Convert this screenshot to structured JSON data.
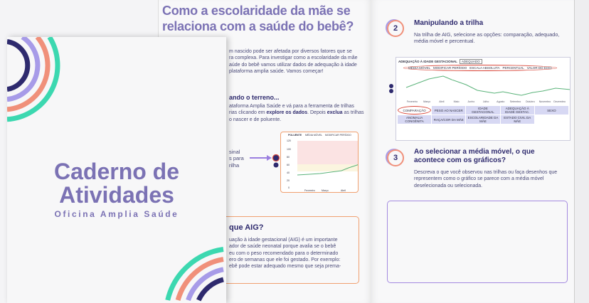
{
  "colors": {
    "title": "#7b72b4",
    "navy": "#2e2a6e",
    "purple": "#a79be8",
    "salmon": "#f0907a",
    "teal": "#3cd8b0",
    "orange": "#f0a070",
    "highlight": "#d9473a"
  },
  "cover": {
    "title_line1": "Caderno de",
    "title_line2": "Atividades",
    "subtitle": "Oficina Amplia Saúde"
  },
  "middle_page": {
    "title": "Como a escolaridade da mãe se relaciona com a saúde do bebê?",
    "intro": [
      "m nascido pode ser afetada por diversos fatores que se",
      "ra complexa. Para investigar como a escolaridade da mãe",
      "aúde do bebê vamos utilizar dados de adequação à idade",
      "plataforma amplia saúde. Vamos começar!"
    ],
    "section1_heading": "ando o terreno...",
    "section1_text_a": "ataforma Amplia Saúde e vá para a ferramenta de trilhas",
    "section1_text_b1": "rias clicando em ",
    "section1_bold1": "explore os dados",
    "section1_text_b2": ". Depois ",
    "section1_bold2": "exclua",
    "section1_text_b3": " as trilhas",
    "section1_text_c": "o nascer e de poluente.",
    "step_text": [
      "sinal",
      "s para",
      "rilha"
    ],
    "mini_chart": {
      "label": "POLUENTE",
      "opt1": "MÉDIA MÓVEL",
      "opt2": "MODIFICAR PERÍODO",
      "yticks": [
        "120",
        "100",
        "80",
        "60",
        "40",
        "20",
        "0"
      ],
      "xticks": [
        "Fevereiro",
        "Março",
        "Abril"
      ]
    },
    "aig_box": {
      "heading": "que AIG?",
      "text": [
        "uação à idade gestacional (AIG) é um importante",
        "ador de saúde neonatal porque avalia se o bebê",
        "eu com o peso recomendado para o determinado",
        "ero de semanas que ele foi gestado. Por exemplo:",
        "ebê pode estar adequado mesmo que seja prema-"
      ]
    }
  },
  "right_page": {
    "step2": {
      "number": "2",
      "heading": "Manipulando a trilha",
      "text": "Na trilha de AIG, selecione as opções: comparação, adequado, média móvel e percentual."
    },
    "chart": {
      "title": "ADEQUAÇÃO À IDADE GESTACIONAL",
      "select": "ADEQUADO",
      "opts": [
        "MÉDIA MÓVEL",
        "MODIFICAR PERÍODO",
        "ESCALA ABSOLUTA",
        "PERCENTUAL",
        "VALOR DO EIXO"
      ],
      "months": [
        "Fevereiro",
        "Março",
        "Abril",
        "Maio",
        "Junho",
        "Julho",
        "Agosto",
        "Setembro",
        "Outubro",
        "Novembro",
        "Dezembro"
      ],
      "tabs": [
        "COMPARAÇÃO",
        "PESO AO NASCER",
        "IDADE GESTACIONAL",
        "ADEQUAÇÃO À IDADE GESTAC.",
        "SEXO",
        "ANOMALIA CONGÊNITA",
        "RAÇA/COR DA MÃE",
        "ESCOLARIDADE DA MÃE",
        "ESTADO CIVIL DA MÃE"
      ]
    },
    "step3": {
      "number": "3",
      "heading": "Ao selecionar a média móvel, o que acontece com os gráficos?",
      "text": "Descreva o que você observou nas trilhas ou faça desenhos que representem como o gráfico se parece com a média móvel deselecionada ou selecionada."
    }
  }
}
